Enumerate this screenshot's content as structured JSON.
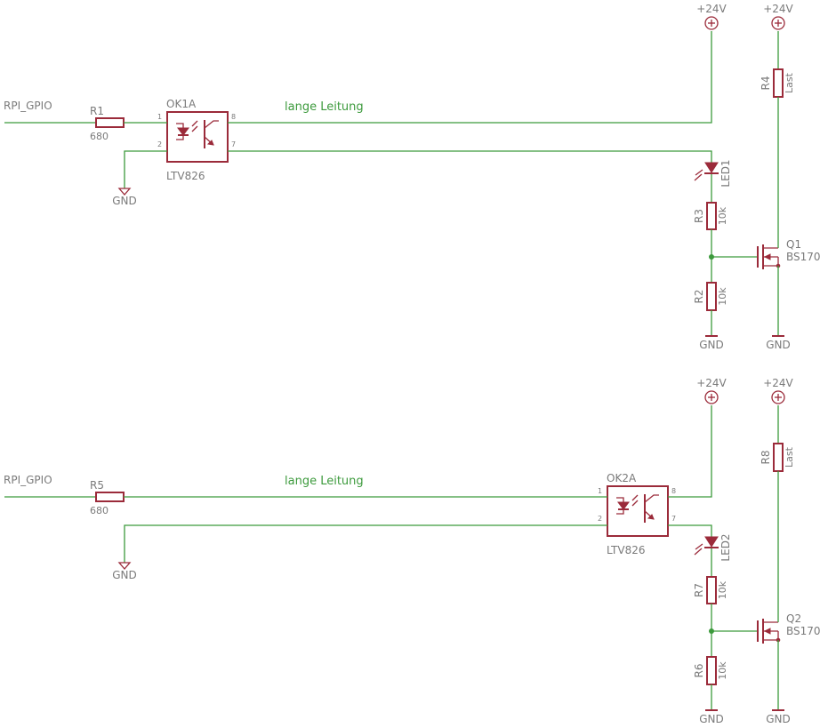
{
  "colors": {
    "wire": "#3c9a3c",
    "part": "#9b2b3a",
    "label": "#7a7a7a",
    "background": "#ffffff"
  },
  "circuits": [
    {
      "gpio": "RPI_GPIO",
      "series_r": {
        "name": "R1",
        "value": "680"
      },
      "opto": {
        "name": "OK1A",
        "type": "LTV826",
        "pins": [
          "1",
          "2",
          "8",
          "7"
        ]
      },
      "cable": "lange Leitung",
      "supply": [
        "+24V",
        "+24V"
      ],
      "load": {
        "name": "R4",
        "value": "Last"
      },
      "led": "LED1",
      "r_top": {
        "name": "R3",
        "value": "10k"
      },
      "r_bot": {
        "name": "R2",
        "value": "10k"
      },
      "fet": {
        "name": "Q1",
        "type": "BS170"
      },
      "gnd": [
        "GND",
        "GND",
        "GND"
      ]
    },
    {
      "gpio": "RPI_GPIO",
      "series_r": {
        "name": "R5",
        "value": "680"
      },
      "opto": {
        "name": "OK2A",
        "type": "LTV826",
        "pins": [
          "1",
          "2",
          "8",
          "7"
        ]
      },
      "cable": "lange Leitung",
      "supply": [
        "+24V",
        "+24V"
      ],
      "load": {
        "name": "R8",
        "value": "Last"
      },
      "led": "LED2",
      "r_top": {
        "name": "R7",
        "value": "10k"
      },
      "r_bot": {
        "name": "R6",
        "value": "10k"
      },
      "fet": {
        "name": "Q2",
        "type": "BS170"
      },
      "gnd": [
        "GND",
        "GND",
        "GND"
      ]
    }
  ]
}
